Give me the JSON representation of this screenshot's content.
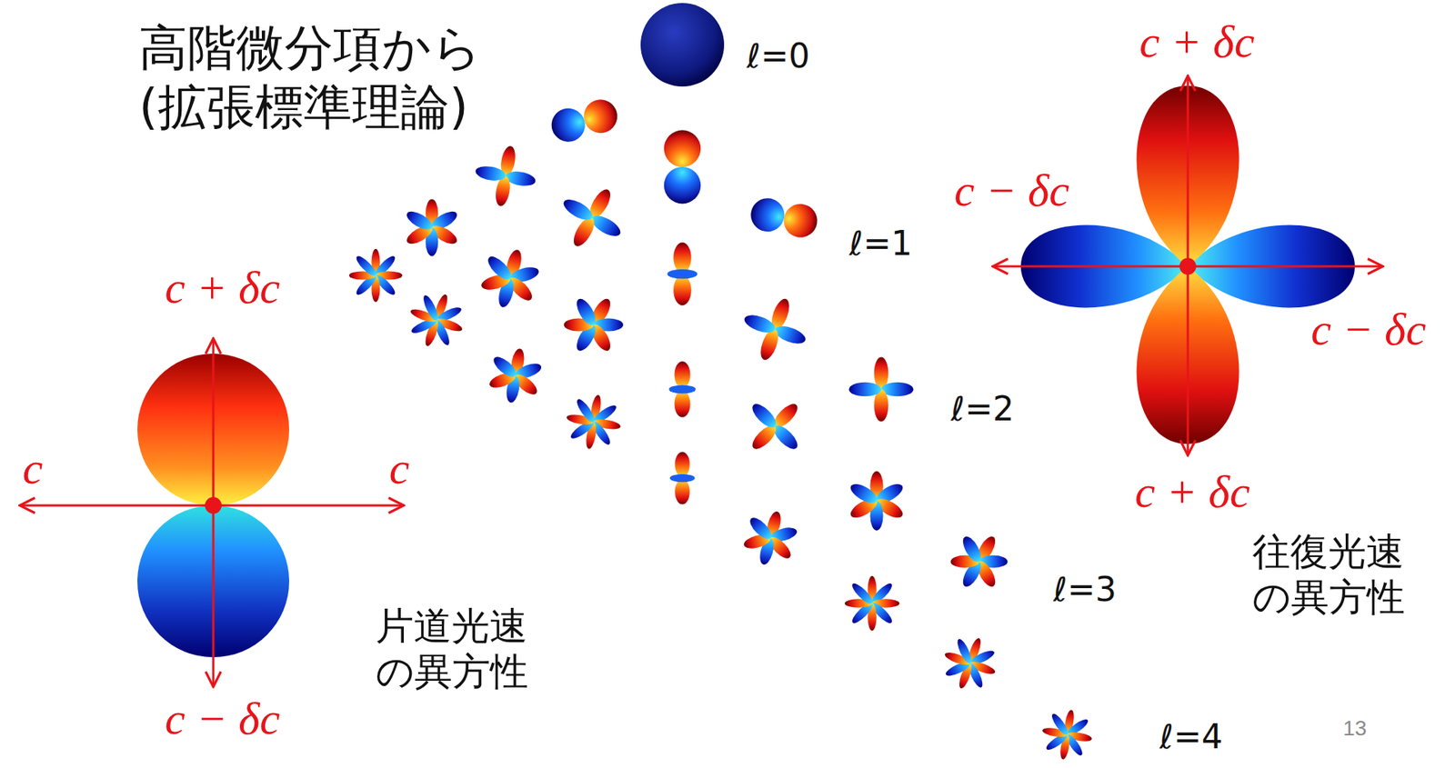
{
  "diagram": {
    "title": "高階微分項から (拡張標準理論)",
    "labels": [
      "ℓ=0",
      "ℓ=1",
      "ℓ=2",
      "ℓ=3",
      "ℓ=4",
      "c + δc",
      "c",
      "c",
      "c − δc",
      "片道光速 の異方性",
      "c + δc",
      "c − δc",
      "c − δc",
      "c + δc",
      "往復光速 の異方性",
      "13"
    ]
  }
}
